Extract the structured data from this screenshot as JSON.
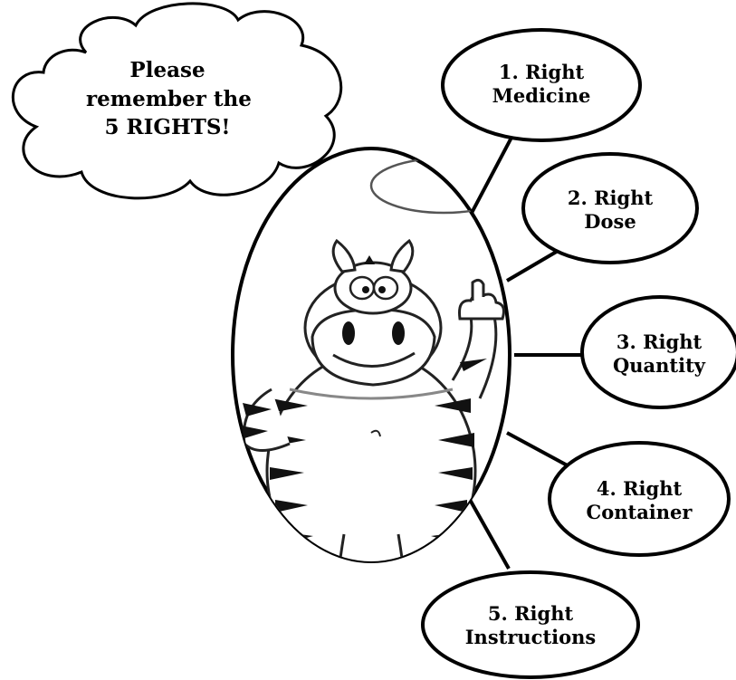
{
  "thought_cloud": {
    "lines": [
      "Please",
      "remember the",
      "5 RIGHTS!"
    ]
  },
  "rights": [
    {
      "number": "1.",
      "title": "Right",
      "subtitle": "Medicine"
    },
    {
      "number": "2.",
      "title": "Right",
      "subtitle": "Dose"
    },
    {
      "number": "3.",
      "title": "Right",
      "subtitle": "Quantity"
    },
    {
      "number": "4.",
      "title": "Right",
      "subtitle": "Container"
    },
    {
      "number": "5.",
      "title": "Right",
      "subtitle": "Instructions"
    }
  ],
  "mascot": {
    "icon": "zebra-mascot-thumbs-up"
  }
}
